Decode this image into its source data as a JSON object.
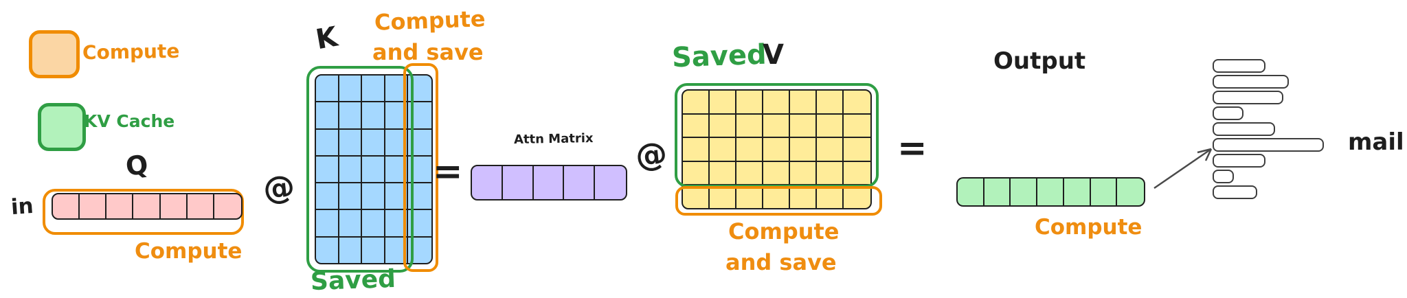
{
  "colors": {
    "orange_stroke": "#f08c00",
    "orange_fill": "#ffd8a8",
    "green_stroke": "#2f9e44",
    "green_fill": "#b2f2bb",
    "pink_fill": "#ffc9c9",
    "blue_fill": "#a5d8ff",
    "purple_fill": "#d0bfff",
    "yellow_fill": "#ffec99",
    "ink": "#1e1e1e"
  },
  "legend": {
    "compute_label": "Compute",
    "kv_cache_label": "KV Cache"
  },
  "q": {
    "title": "Q",
    "in_label": "in",
    "cells": 7,
    "rows": 1,
    "annotation": "Compute"
  },
  "op1": "@",
  "k": {
    "title": "K",
    "cols": 5,
    "rows": 7,
    "saved_label": "Saved",
    "compute_save_line1": "Compute",
    "compute_save_line2": "and save"
  },
  "eq1": "=",
  "attn": {
    "title": "Attn Matrix",
    "cells": 5,
    "rows": 1
  },
  "op2": "@",
  "v": {
    "saved_label": "Saved",
    "title": "V",
    "cols": 7,
    "rows": 5,
    "compute_save_line1": "Compute",
    "compute_save_line2": "and save"
  },
  "eq2": "=",
  "output": {
    "title": "Output",
    "cells": 7,
    "rows": 1,
    "annotation": "Compute"
  },
  "tokens": {
    "label": "mail",
    "bar_widths": [
      77,
      111,
      103,
      45,
      91,
      162,
      77,
      31,
      65
    ]
  }
}
